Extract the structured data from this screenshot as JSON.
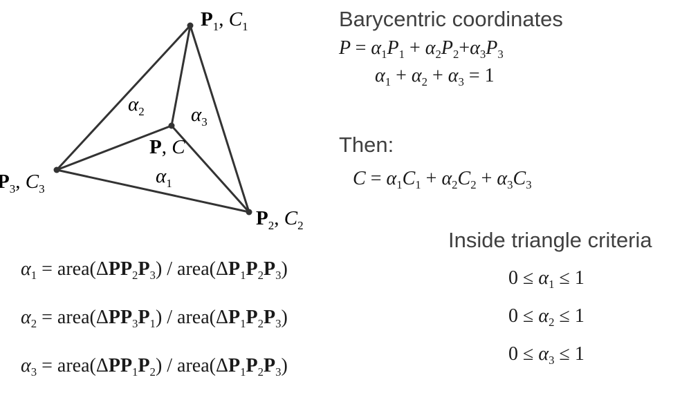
{
  "diagram": {
    "p1_label": [
      "P",
      "1",
      "C",
      "1"
    ],
    "p2_label": [
      "P",
      "2",
      "C",
      "2"
    ],
    "p3_label": [
      "P",
      "3",
      "C",
      "3"
    ],
    "p_label": [
      "P",
      "C"
    ],
    "alpha1": [
      "α",
      "1"
    ],
    "alpha2": [
      "α",
      "2"
    ],
    "alpha3": [
      "α",
      "3"
    ],
    "line_color": "#333333"
  },
  "barycentric": {
    "heading": "Barycentric coordinates",
    "eq1": [
      "P",
      "=",
      "α",
      "1",
      "P",
      "1",
      "+",
      "α",
      "2",
      "P",
      "2",
      "+",
      "α",
      "3",
      "P",
      "3"
    ],
    "eq2": [
      "α",
      "1",
      "+",
      "α",
      "2",
      "+",
      "α",
      "3",
      "=",
      "1"
    ]
  },
  "then": {
    "heading": "Then:",
    "eq": [
      "C",
      "=",
      "α",
      "1",
      "C",
      "1",
      "+",
      "α",
      "2",
      "C",
      "2",
      "+",
      "α",
      "3",
      "C",
      "3"
    ]
  },
  "areas": [
    {
      "alpha": "α",
      "idx": "1",
      "text_a": "= area(Δ",
      "pts": [
        "P",
        "P",
        "2",
        "P",
        "3"
      ],
      "text_b": ") / area(Δ",
      "den": [
        "P",
        "1",
        "P",
        "2",
        "P",
        "3"
      ],
      "close": ")"
    },
    {
      "alpha": "α",
      "idx": "2",
      "text_a": "= area(Δ",
      "pts": [
        "P",
        "P",
        "3",
        "P",
        "1"
      ],
      "text_b": ") / area(Δ",
      "den": [
        "P",
        "1",
        "P",
        "2",
        "P",
        "3"
      ],
      "close": ")"
    },
    {
      "alpha": "α",
      "idx": "3",
      "text_a": "= area(Δ",
      "pts": [
        "P",
        "P",
        "1",
        "P",
        "2"
      ],
      "text_b": ") / area(Δ",
      "den": [
        "P",
        "1",
        "P",
        "2",
        "P",
        "3"
      ],
      "close": ")"
    }
  ],
  "inside": {
    "heading": "Inside triangle criteria",
    "rows": [
      {
        "lo": "0 ≤",
        "alpha": "α",
        "idx": "1",
        "hi": "≤ 1"
      },
      {
        "lo": "0 ≤",
        "alpha": "α",
        "idx": "2",
        "hi": "≤ 1"
      },
      {
        "lo": "0 ≤",
        "alpha": "α",
        "idx": "3",
        "hi": "≤ 1"
      }
    ]
  }
}
